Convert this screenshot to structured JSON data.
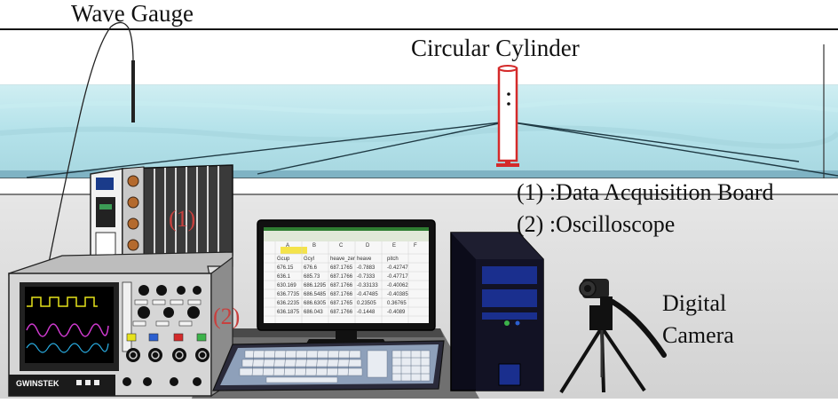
{
  "labels": {
    "wave_gauge": "Wave Gauge",
    "circular_cylinder": "Circular Cylinder",
    "legend_1": "(1) :Data Acquisition Board",
    "legend_2": "(2) :Oscilloscope",
    "digital": "Digital",
    "camera": "Camera",
    "marker_1": "(1)",
    "marker_2": "(2)"
  },
  "oscilloscope": {
    "brand": "GWINSTEK"
  },
  "spreadsheet": {
    "columns": [
      "A",
      "B",
      "C",
      "D",
      "E",
      "F"
    ],
    "header": [
      "Gcup",
      "Gcyl",
      "heave_zer",
      "heave",
      "pitch"
    ],
    "rows": [
      [
        "676.15",
        "676.6",
        "687.1765",
        "-0.7883",
        "-0.42747"
      ],
      [
        "636.1",
        "685.73",
        "687.1766",
        "-0.7333",
        "-0.47717"
      ],
      [
        "630.169",
        "686.1295",
        "687.1766",
        "-0.33133",
        "-0.40062"
      ],
      [
        "636.7735",
        "686.5485",
        "687.1766",
        "-0.47485",
        "-0.40385"
      ],
      [
        "636.2235",
        "686.6305",
        "687.1765",
        "0.23505",
        "0.36765"
      ],
      [
        "636.1875",
        "686.043",
        "687.1766",
        "-0.1448",
        "-0.4089"
      ]
    ]
  },
  "colors": {
    "water": "#b9e6ec",
    "floor": "#dcdcdc",
    "cylinder_outline": "#d42a2a",
    "annotation_red": "#c8403e",
    "monitor_frame": "#111111",
    "keyboard": "#8ea0ba",
    "pc_tower": "#0c0c1a",
    "pc_blue_bays": "#1a2f8e"
  }
}
